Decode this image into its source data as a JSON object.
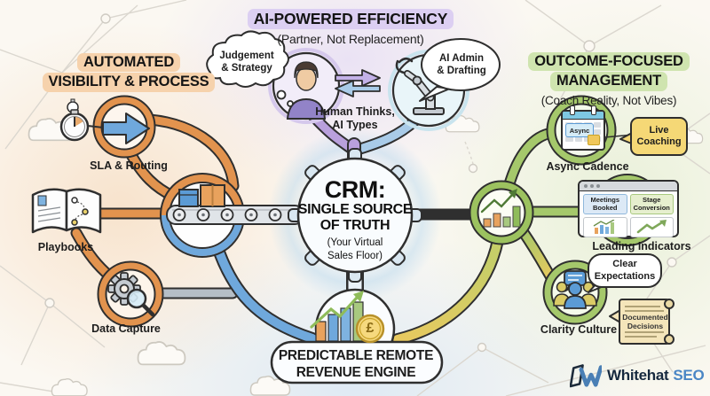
{
  "left_section": {
    "title_lines": [
      "AUTOMATED",
      "VISIBILITY & PROCESS"
    ],
    "sla_label": "SLA & Routing",
    "playbooks_label": "Playbooks",
    "data_capture_label": "Data Capture"
  },
  "top_section": {
    "title": "AI-POWERED EFFICIENCY",
    "subtitle": "(Partner, Not Replacement)",
    "thought_bubble": "Judgement\n& Strategy",
    "speech_bubble": "AI Admin\n& Drafting",
    "caption": "Human Thinks,\nAI Types"
  },
  "right_section": {
    "title_lines": [
      "OUTCOME-FOCUSED",
      "MANAGEMENT"
    ],
    "subtitle": "(Coach Reality, Not Vibes)",
    "async_cadence_label": "Async Cadence",
    "calendar_tag": "Async",
    "live_coaching": "Live\nCoaching",
    "leading_indicators_label": "Leading Indicators",
    "cells": {
      "meetings": "Meetings\nBooked",
      "stage": "Stage\nConversion"
    },
    "clarity_label": "Clarity Culture",
    "clear_expectations": "Clear\nExpectations",
    "scroll_note": "Documented\nDecisions"
  },
  "center_hub": {
    "title": "CRM:",
    "line2": "SINGLE SOURCE",
    "line3": "OF TRUTH",
    "subtitle": "(Your Virtual\nSales Floor)"
  },
  "bottom_section": {
    "engine_label": "PREDICTABLE REMOTE\nREVENUE ENGINE",
    "coin_symbol": "£"
  },
  "footer": {
    "brand": "Whitehat",
    "brand_suffix": "SEO"
  },
  "colors": {
    "orange_pipe": "#E2934E",
    "blue_pipe": "#6FA8DC",
    "purple_pipe": "#B9A0DC",
    "green_pipe": "#A5C86B",
    "yellow_pipe": "#E8C95F",
    "highlight_peach": "#F6D2AC",
    "highlight_lavender": "#DCCFF2",
    "highlight_green": "#CFE4AF"
  }
}
